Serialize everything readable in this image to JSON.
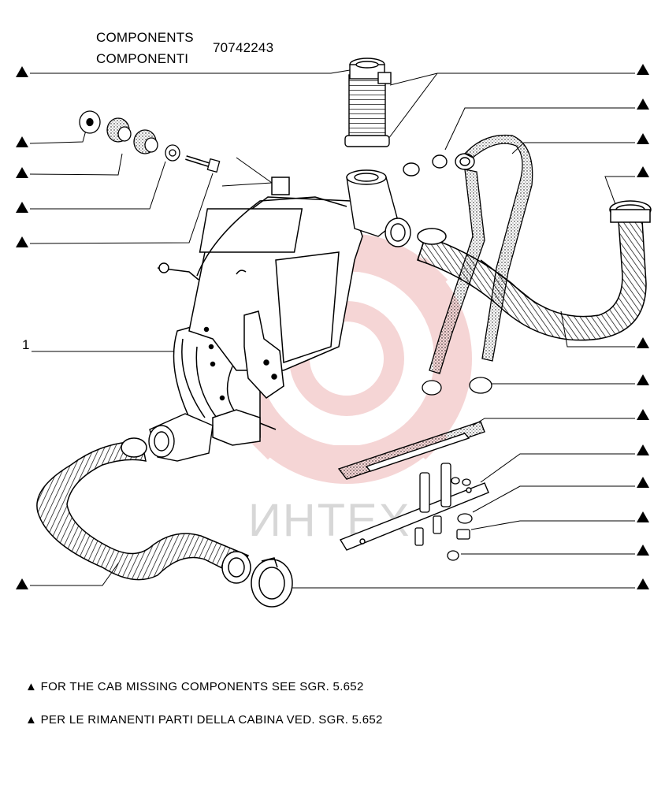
{
  "header": {
    "line1": "COMPONENTS",
    "line2": "COMPONENTI",
    "part_number": "70742243"
  },
  "callouts": {
    "heater_unit": "1"
  },
  "notes": [
    "▲ FOR THE CAB MISSING COMPONENTS SEE SGR. 5.652",
    "▲ PER LE RIMANENTI PARTI DELLA CABINA VED. SGR. 5.652"
  ],
  "watermark": {
    "text": "ИНТЕХ",
    "color": "#e8a0a0"
  },
  "colors": {
    "line": "#000000",
    "watermark_red": "#e9a3a3",
    "watermark_grey": "#b8b8b8"
  }
}
